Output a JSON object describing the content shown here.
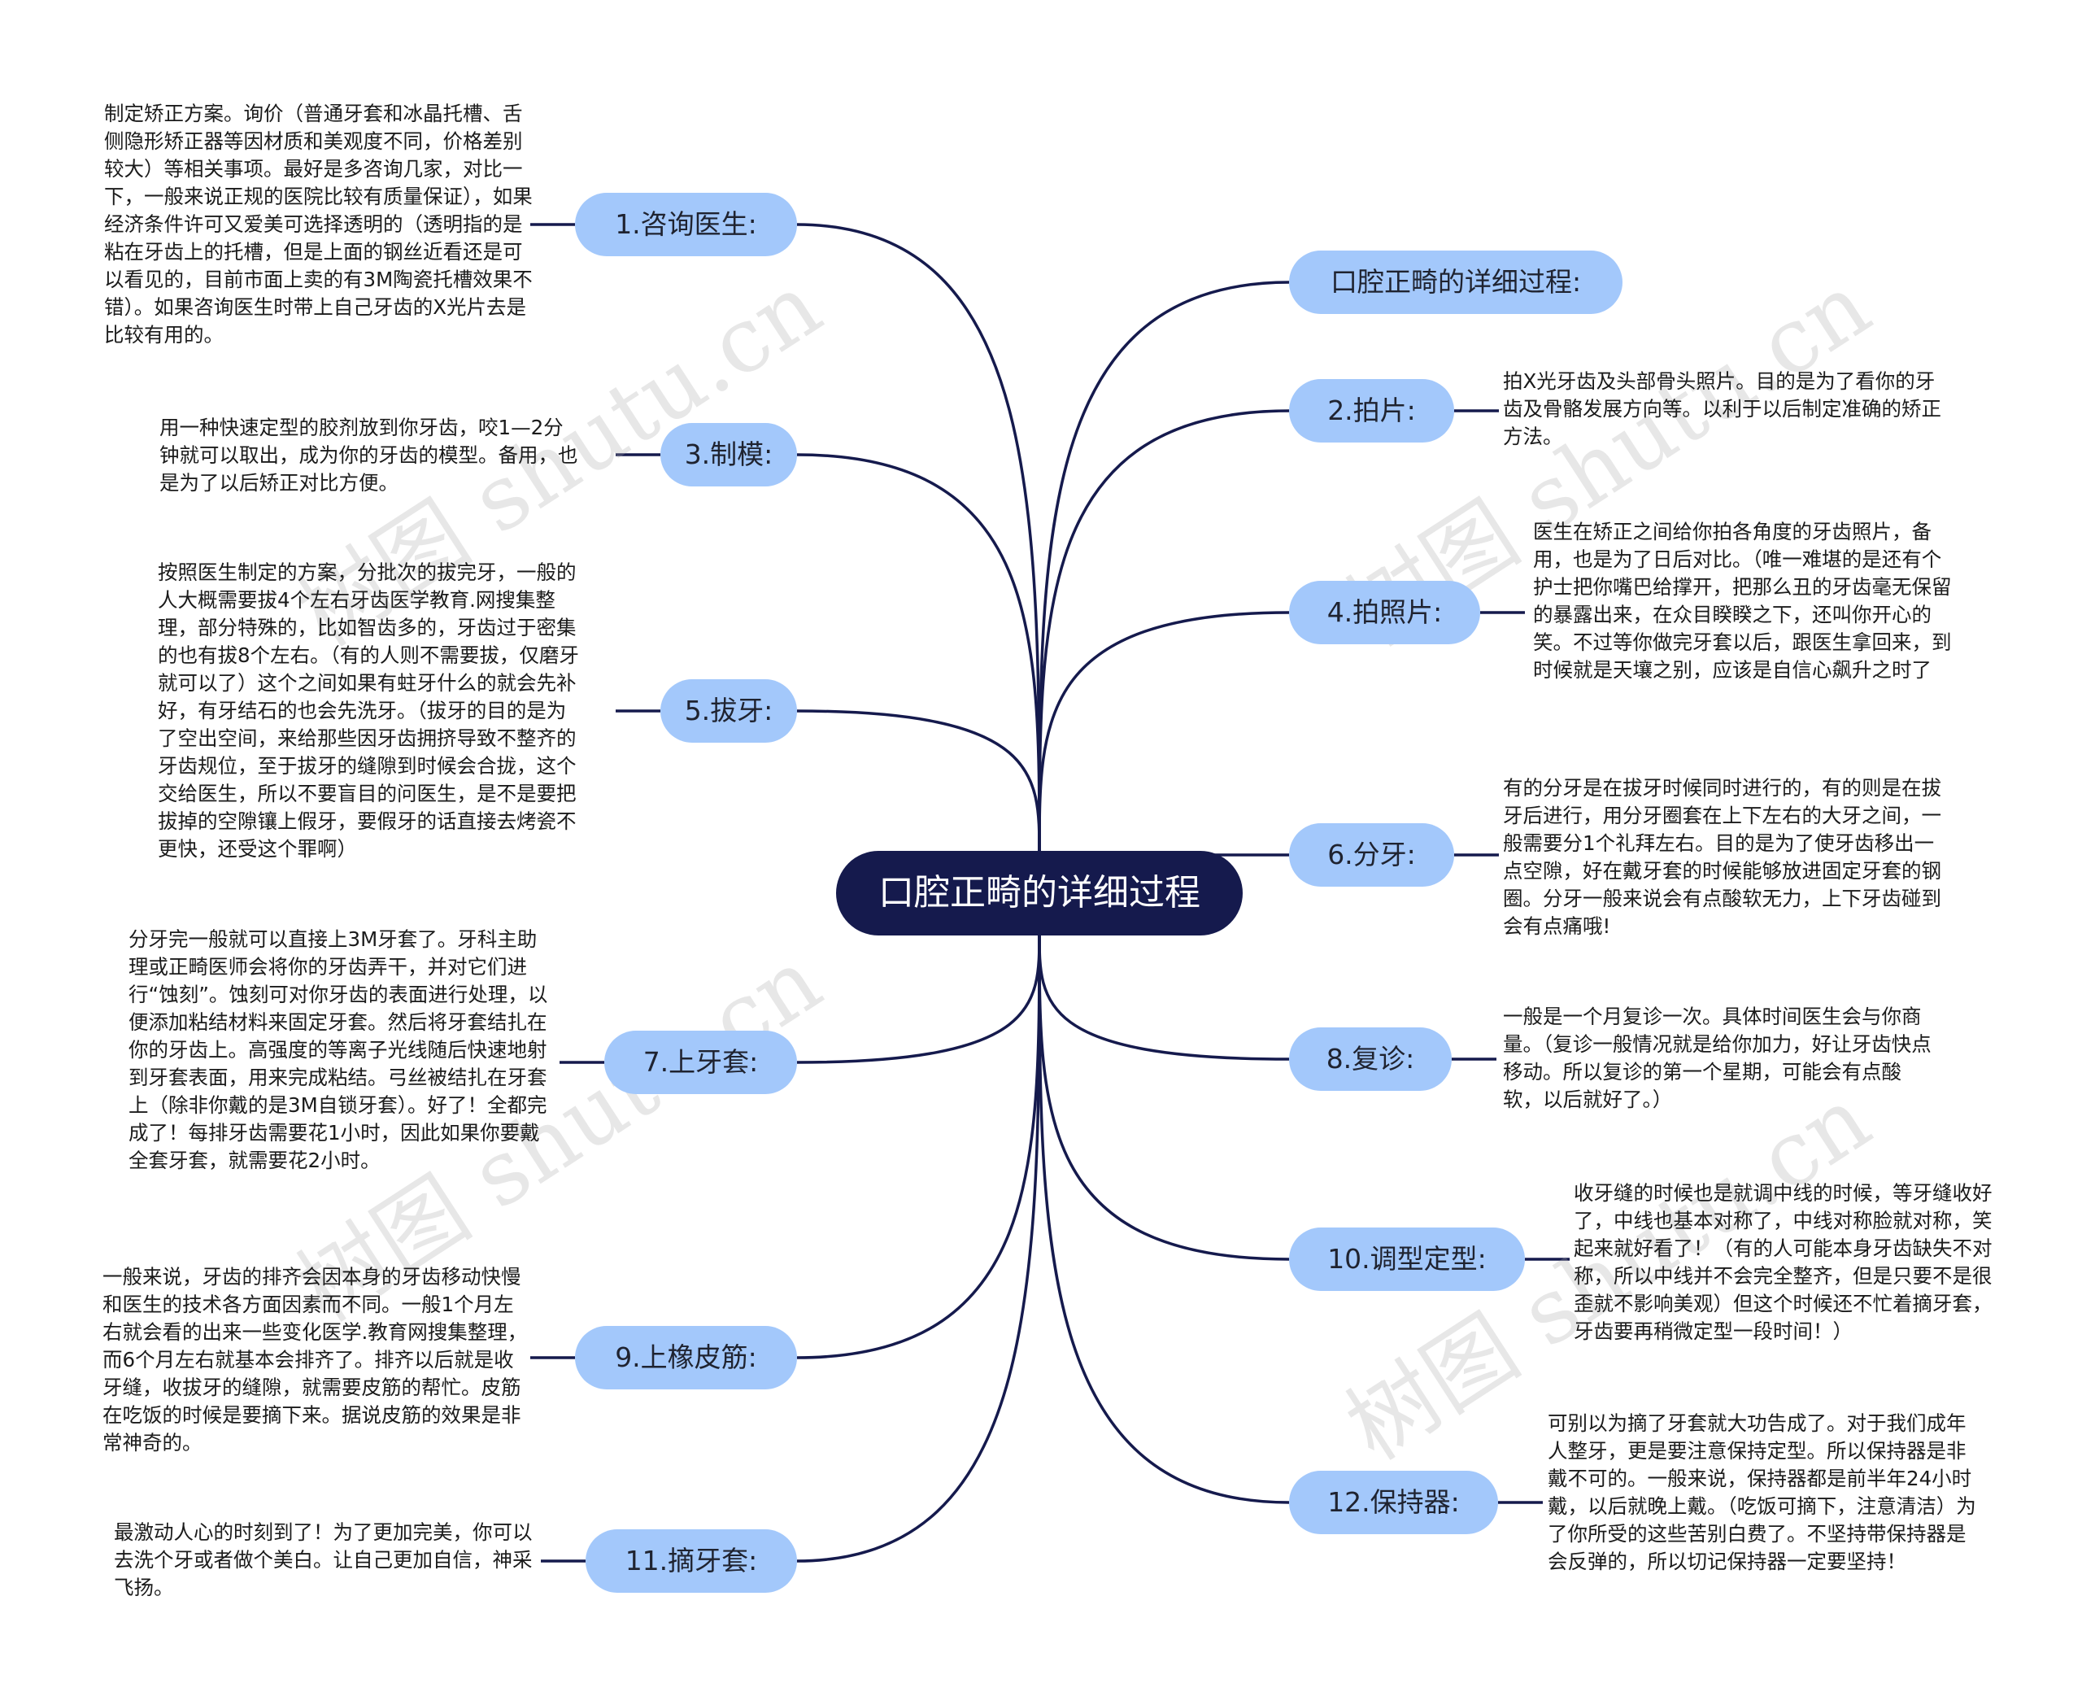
{
  "center": {
    "label": "口腔正畸的详细过程"
  },
  "watermark": "树图 shutu.cn",
  "colors": {
    "line": "#151a4d",
    "node": "#a3c8fb",
    "center": "#151a4d"
  },
  "nodes": [
    {
      "id": "n1",
      "label": "1.咨询医生:",
      "note": "制定矫正方案。询价（普通牙套和冰晶托槽、舌侧隐形矫正器等因材质和美观度不同，价格差别较大）等相关事项。最好是多咨询几家，对比一下，一般来说正规的医院比较有质量保证），如果经济条件许可又爱美可选择透明的（透明指的是粘在牙齿上的托槽，但是上面的钢丝近看还是可以看见的，目前市面上卖的有3M陶瓷托槽效果不错）。如果咨询医生时带上自己牙齿的X光片去是比较有用的。"
    },
    {
      "id": "n0",
      "label": "口腔正畸的详细过程:",
      "note": ""
    },
    {
      "id": "n2",
      "label": "2.拍片:",
      "note": "拍X光牙齿及头部骨头照片。目的是为了看你的牙齿及骨骼发展方向等。以利于以后制定准确的矫正方法。"
    },
    {
      "id": "n3",
      "label": "3.制模:",
      "note": "用一种快速定型的胶剂放到你牙齿，咬1—2分钟就可以取出，成为你的牙齿的模型。备用，也是为了以后矫正对比方便。"
    },
    {
      "id": "n4",
      "label": "4.拍照片:",
      "note": "医生在矫正之间给你拍各角度的牙齿照片，备用，也是为了日后对比。（唯一难堪的是还有个护士把你嘴巴给撑开，把那么丑的牙齿毫无保留的暴露出来，在众目睽睽之下，还叫你开心的笑。不过等你做完牙套以后，跟医生拿回来，到时候就是天壤之别，应该是自信心飙升之时了"
    },
    {
      "id": "n5",
      "label": "5.拔牙:",
      "note": "按照医生制定的方案，分批次的拔完牙，一般的人大概需要拔4个左右牙齿医学教育.网搜集整理，部分特殊的，比如智齿多的，牙齿过于密集的也有拔8个左右。（有的人则不需要拔，仅磨牙就可以了）这个之间如果有蛀牙什么的就会先补好，有牙结石的也会先洗牙。（拔牙的目的是为了空出空间，来给那些因牙齿拥挤导致不整齐的牙齿规位，至于拔牙的缝隙到时候会合拢，这个交给医生，所以不要盲目的问医生，是不是要把拔掉的空隙镶上假牙，要假牙的话直接去烤瓷不更快，还受这个罪啊）"
    },
    {
      "id": "n6",
      "label": "6.分牙:",
      "note": "有的分牙是在拔牙时候同时进行的，有的则是在拔牙后进行，用分牙圈套在上下左右的大牙之间，一般需要分1个礼拜左右。目的是为了使牙齿移出一点空隙，好在戴牙套的时候能够放进固定牙套的钢圈。分牙一般来说会有点酸软无力，上下牙齿碰到会有点痛哦!"
    },
    {
      "id": "n7",
      "label": "7.上牙套:",
      "note": "分牙完一般就可以直接上3M牙套了。牙科主助理或正畸医师会将你的牙齿弄干，并对它们进行“蚀刻”。蚀刻可对你牙齿的表面进行处理，以便添加粘结材料来固定牙套。然后将牙套结扎在你的牙齿上。高强度的等离子光线随后快速地射到牙套表面，用来完成粘结。弓丝被结扎在牙套上（除非你戴的是3M自锁牙套）。好了！全都完成了！每排牙齿需要花1小时，因此如果你要戴全套牙套，就需要花2小时。"
    },
    {
      "id": "n8",
      "label": "8.复诊:",
      "note": "一般是一个月复诊一次。具体时间医生会与你商量。（复诊一般情况就是给你加力，好让牙齿快点移动。所以复诊的第一个星期，可能会有点酸软，以后就好了。）"
    },
    {
      "id": "n9",
      "label": "9.上橡皮筋:",
      "note": "一般来说，牙齿的排齐会因本身的牙齿移动快慢和医生的技术各方面因素而不同。一般1个月左右就会看的出来一些变化医学.教育网搜集整理，而6个月左右就基本会排齐了。排齐以后就是收牙缝，收拔牙的缝隙，就需要皮筋的帮忙。皮筋在吃饭的时候是要摘下来。据说皮筋的效果是非常神奇的。"
    },
    {
      "id": "n10",
      "label": "10.调型定型:",
      "note": "收牙缝的时候也是就调中线的时候，等牙缝收好了，中线也基本对称了，中线对称脸就对称，笑起来就好看了！（有的人可能本身牙齿缺失不对称，所以中线并不会完全整齐，但是只要不是很歪就不影响美观）但这个时候还不忙着摘牙套，牙齿要再稍微定型一段时间！）"
    },
    {
      "id": "n11",
      "label": "11.摘牙套:",
      "note": "最激动人心的时刻到了！为了更加完美，你可以去洗个牙或者做个美白。让自己更加自信，神采飞扬。"
    },
    {
      "id": "n12",
      "label": "12.保持器:",
      "note": "可别以为摘了牙套就大功告成了。对于我们成年人整牙，更是要注意保持定型。所以保持器是非戴不可的。一般来说，保持器都是前半年24小时戴，以后就晚上戴。（吃饭可摘下，注意清洁）为了你所受的这些苦别白费了。不坚持带保持器是会反弹的，所以切记保持器一定要坚持！"
    }
  ]
}
